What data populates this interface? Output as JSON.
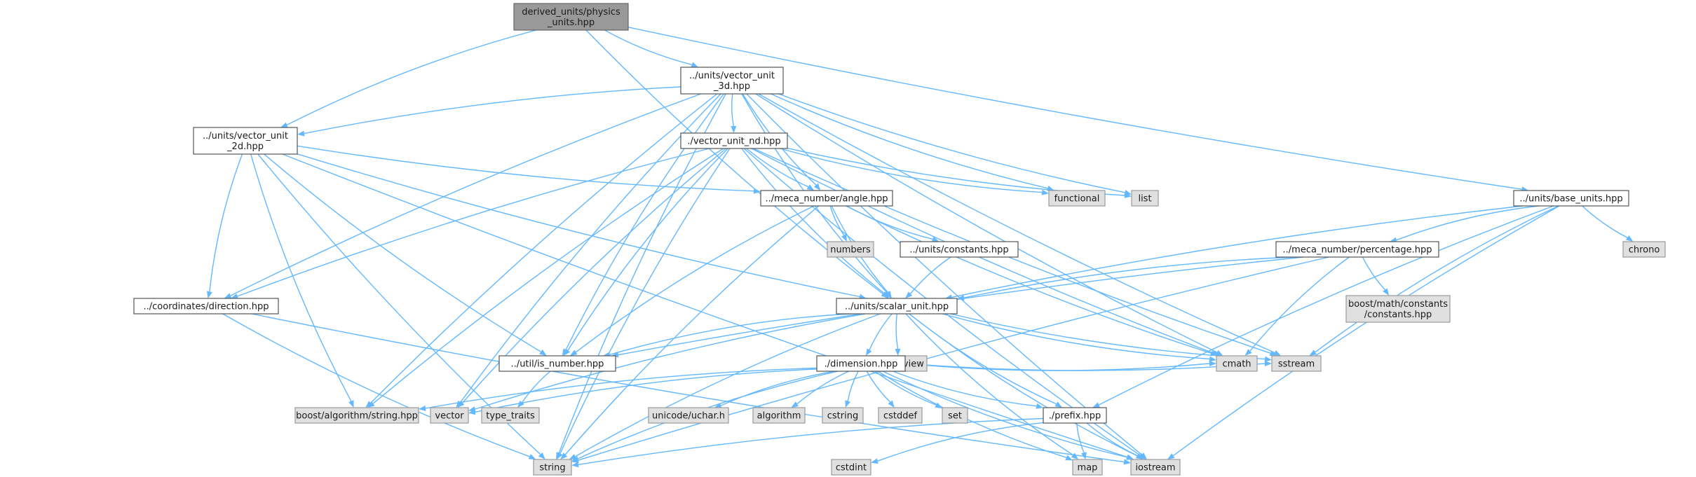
{
  "diagram": {
    "nodes": [
      {
        "id": "physics_units",
        "kind": "root",
        "lines": [
          "derived_units/physics",
          "_units.hpp"
        ]
      },
      {
        "id": "vector_unit_3d",
        "kind": "proj",
        "lines": [
          "../units/vector_unit",
          "_3d.hpp"
        ]
      },
      {
        "id": "vector_unit_2d",
        "kind": "proj",
        "lines": [
          "../units/vector_unit",
          "_2d.hpp"
        ]
      },
      {
        "id": "vector_unit_nd",
        "kind": "proj",
        "lines": [
          "./vector_unit_nd.hpp"
        ]
      },
      {
        "id": "base_units",
        "kind": "proj",
        "lines": [
          "../units/base_units.hpp"
        ]
      },
      {
        "id": "angle",
        "kind": "proj",
        "lines": [
          "../meca_number/angle.hpp"
        ]
      },
      {
        "id": "functional",
        "kind": "ext",
        "lines": [
          "functional"
        ]
      },
      {
        "id": "list",
        "kind": "ext",
        "lines": [
          "list"
        ]
      },
      {
        "id": "chrono",
        "kind": "ext",
        "lines": [
          "chrono"
        ]
      },
      {
        "id": "numbers",
        "kind": "ext",
        "lines": [
          "numbers"
        ]
      },
      {
        "id": "constants",
        "kind": "proj",
        "lines": [
          "../units/constants.hpp"
        ]
      },
      {
        "id": "percentage",
        "kind": "proj",
        "lines": [
          "../meca_number/percentage.hpp"
        ]
      },
      {
        "id": "direction",
        "kind": "proj",
        "lines": [
          "../coordinates/direction.hpp"
        ]
      },
      {
        "id": "scalar_unit",
        "kind": "proj",
        "lines": [
          "../units/scalar_unit.hpp"
        ]
      },
      {
        "id": "boost_constants",
        "kind": "ext",
        "lines": [
          "boost/math/constants",
          "/constants.hpp"
        ]
      },
      {
        "id": "string_view",
        "kind": "ext",
        "lines": [
          "string_view"
        ]
      },
      {
        "id": "is_number",
        "kind": "proj",
        "lines": [
          "../util/is_number.hpp"
        ]
      },
      {
        "id": "dimension",
        "kind": "proj",
        "lines": [
          "./dimension.hpp"
        ]
      },
      {
        "id": "cmath",
        "kind": "ext",
        "lines": [
          "cmath"
        ]
      },
      {
        "id": "sstream",
        "kind": "ext",
        "lines": [
          "sstream"
        ]
      },
      {
        "id": "boost_string",
        "kind": "ext",
        "lines": [
          "boost/algorithm/string.hpp"
        ]
      },
      {
        "id": "vector",
        "kind": "ext",
        "lines": [
          "vector"
        ]
      },
      {
        "id": "type_traits",
        "kind": "ext",
        "lines": [
          "type_traits"
        ]
      },
      {
        "id": "uchar",
        "kind": "ext",
        "lines": [
          "unicode/uchar.h"
        ]
      },
      {
        "id": "algorithm",
        "kind": "ext",
        "lines": [
          "algorithm"
        ]
      },
      {
        "id": "cstring",
        "kind": "ext",
        "lines": [
          "cstring"
        ]
      },
      {
        "id": "cstddef",
        "kind": "ext",
        "lines": [
          "cstddef"
        ]
      },
      {
        "id": "set",
        "kind": "ext",
        "lines": [
          "set"
        ]
      },
      {
        "id": "prefix",
        "kind": "proj",
        "lines": [
          "./prefix.hpp"
        ]
      },
      {
        "id": "string",
        "kind": "ext",
        "lines": [
          "string"
        ]
      },
      {
        "id": "cstdint",
        "kind": "ext",
        "lines": [
          "cstdint"
        ]
      },
      {
        "id": "map",
        "kind": "ext",
        "lines": [
          "map"
        ]
      },
      {
        "id": "iostream",
        "kind": "ext",
        "lines": [
          "iostream"
        ]
      }
    ],
    "edges": [
      [
        "physics_units",
        "vector_unit_3d"
      ],
      [
        "physics_units",
        "vector_unit_2d"
      ],
      [
        "physics_units",
        "scalar_unit"
      ],
      [
        "physics_units",
        "base_units"
      ],
      [
        "vector_unit_3d",
        "vector_unit_2d"
      ],
      [
        "vector_unit_3d",
        "vector_unit_nd"
      ],
      [
        "vector_unit_3d",
        "angle"
      ],
      [
        "vector_unit_3d",
        "functional"
      ],
      [
        "vector_unit_3d",
        "list"
      ],
      [
        "vector_unit_3d",
        "direction"
      ],
      [
        "vector_unit_3d",
        "scalar_unit"
      ],
      [
        "vector_unit_3d",
        "is_number"
      ],
      [
        "vector_unit_3d",
        "cmath"
      ],
      [
        "vector_unit_3d",
        "sstream"
      ],
      [
        "vector_unit_3d",
        "boost_string"
      ],
      [
        "vector_unit_3d",
        "vector"
      ],
      [
        "vector_unit_3d",
        "string"
      ],
      [
        "vector_unit_3d",
        "iostream"
      ],
      [
        "vector_unit_2d",
        "angle"
      ],
      [
        "vector_unit_2d",
        "direction"
      ],
      [
        "vector_unit_2d",
        "scalar_unit"
      ],
      [
        "vector_unit_2d",
        "is_number"
      ],
      [
        "vector_unit_2d",
        "boost_string"
      ],
      [
        "vector_unit_2d",
        "string"
      ],
      [
        "vector_unit_2d",
        "iostream"
      ],
      [
        "vector_unit_nd",
        "angle"
      ],
      [
        "vector_unit_nd",
        "functional"
      ],
      [
        "vector_unit_nd",
        "list"
      ],
      [
        "vector_unit_nd",
        "direction"
      ],
      [
        "vector_unit_nd",
        "scalar_unit"
      ],
      [
        "vector_unit_nd",
        "is_number"
      ],
      [
        "vector_unit_nd",
        "cmath"
      ],
      [
        "vector_unit_nd",
        "sstream"
      ],
      [
        "vector_unit_nd",
        "boost_string"
      ],
      [
        "vector_unit_nd",
        "vector"
      ],
      [
        "vector_unit_nd",
        "string"
      ],
      [
        "vector_unit_nd",
        "iostream"
      ],
      [
        "base_units",
        "scalar_unit"
      ],
      [
        "base_units",
        "percentage"
      ],
      [
        "base_units",
        "chrono"
      ],
      [
        "base_units",
        "prefix"
      ],
      [
        "base_units",
        "sstream"
      ],
      [
        "base_units",
        "iostream"
      ],
      [
        "angle",
        "scalar_unit"
      ],
      [
        "angle",
        "numbers"
      ],
      [
        "angle",
        "constants"
      ],
      [
        "angle",
        "is_number"
      ],
      [
        "angle",
        "cmath"
      ],
      [
        "angle",
        "string"
      ],
      [
        "constants",
        "scalar_unit"
      ],
      [
        "percentage",
        "scalar_unit"
      ],
      [
        "percentage",
        "boost_constants"
      ],
      [
        "percentage",
        "is_number"
      ],
      [
        "percentage",
        "cmath"
      ],
      [
        "percentage",
        "string"
      ],
      [
        "direction",
        "string"
      ],
      [
        "direction",
        "iostream"
      ],
      [
        "scalar_unit",
        "is_number"
      ],
      [
        "scalar_unit",
        "string_view"
      ],
      [
        "scalar_unit",
        "dimension"
      ],
      [
        "scalar_unit",
        "prefix"
      ],
      [
        "scalar_unit",
        "cmath"
      ],
      [
        "scalar_unit",
        "sstream"
      ],
      [
        "scalar_unit",
        "vector"
      ],
      [
        "scalar_unit",
        "map"
      ],
      [
        "scalar_unit",
        "string"
      ],
      [
        "scalar_unit",
        "iostream"
      ],
      [
        "is_number",
        "type_traits"
      ],
      [
        "dimension",
        "boost_string"
      ],
      [
        "dimension",
        "vector"
      ],
      [
        "dimension",
        "uchar"
      ],
      [
        "dimension",
        "algorithm"
      ],
      [
        "dimension",
        "cstring"
      ],
      [
        "dimension",
        "cstddef"
      ],
      [
        "dimension",
        "set"
      ],
      [
        "dimension",
        "prefix"
      ],
      [
        "dimension",
        "cmath"
      ],
      [
        "dimension",
        "sstream"
      ],
      [
        "dimension",
        "map"
      ],
      [
        "dimension",
        "string"
      ],
      [
        "dimension",
        "iostream"
      ],
      [
        "prefix",
        "string"
      ],
      [
        "prefix",
        "cstdint"
      ],
      [
        "prefix",
        "map"
      ],
      [
        "prefix",
        "iostream"
      ]
    ]
  }
}
